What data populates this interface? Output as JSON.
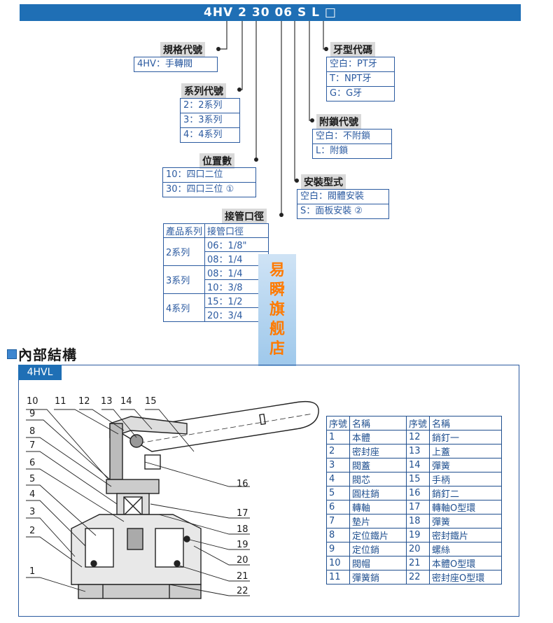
{
  "banner": "4HV 2 30 06 S L □",
  "groups": {
    "spec": {
      "label": "規格代號",
      "rows": [
        "4HV：手轉閥"
      ]
    },
    "series": {
      "label": "系列代號",
      "rows": [
        "2：2系列",
        "3：3系列",
        "4：4系列"
      ]
    },
    "position": {
      "label": "位置數",
      "rows": [
        "10：四口二位",
        "30：四口三位 ①"
      ]
    },
    "port": {
      "label": "接管口徑",
      "header": [
        "產品系列",
        "接管口徑"
      ],
      "rows": [
        {
          "series": "2系列",
          "sizes": [
            "06：1/8\"",
            "08：1/4"
          ]
        },
        {
          "series": "3系列",
          "sizes": [
            "08：1/4",
            "10：3/8"
          ]
        },
        {
          "series": "4系列",
          "sizes": [
            "15：1/2",
            "20：3/4"
          ]
        }
      ]
    },
    "thread": {
      "label": "牙型代碼",
      "rows": [
        "空白：PT牙",
        "T：NPT牙",
        "G：G牙"
      ]
    },
    "lock": {
      "label": "附鎖代號",
      "rows": [
        "空白：不附鎖",
        "L：附鎖"
      ]
    },
    "mount": {
      "label": "安裝型式",
      "rows": [
        "空白：閥體安裝",
        "S：面板安裝 ②"
      ]
    }
  },
  "watermark": [
    "易",
    "瞬",
    "旗",
    "舰",
    "店"
  ],
  "section_title": "內部結構",
  "model_tag": "4HVL",
  "callouts": [
    "1",
    "2",
    "3",
    "4",
    "5",
    "6",
    "7",
    "8",
    "9",
    "10",
    "11",
    "12",
    "13",
    "14",
    "15",
    "16",
    "17",
    "18",
    "19",
    "20",
    "21",
    "22"
  ],
  "parts_table": {
    "header": [
      "序號",
      "名稱",
      "序號",
      "名稱"
    ],
    "rows": [
      [
        "1",
        "本體",
        "12",
        "銷釘一"
      ],
      [
        "2",
        "密封座",
        "13",
        "上蓋"
      ],
      [
        "3",
        "閥蓋",
        "14",
        "彈簧"
      ],
      [
        "4",
        "閥芯",
        "15",
        "手柄"
      ],
      [
        "5",
        "圓柱銷",
        "16",
        "銷釘二"
      ],
      [
        "6",
        "轉軸",
        "17",
        "轉軸O型環"
      ],
      [
        "7",
        "墊片",
        "18",
        "彈簧"
      ],
      [
        "8",
        "定位鐵片",
        "19",
        "密封鐵片"
      ],
      [
        "9",
        "定位銷",
        "20",
        "螺絲"
      ],
      [
        "10",
        "閥帽",
        "21",
        "本體O型環"
      ],
      [
        "11",
        "彈簧銷",
        "22",
        "密封座O型環"
      ]
    ]
  }
}
